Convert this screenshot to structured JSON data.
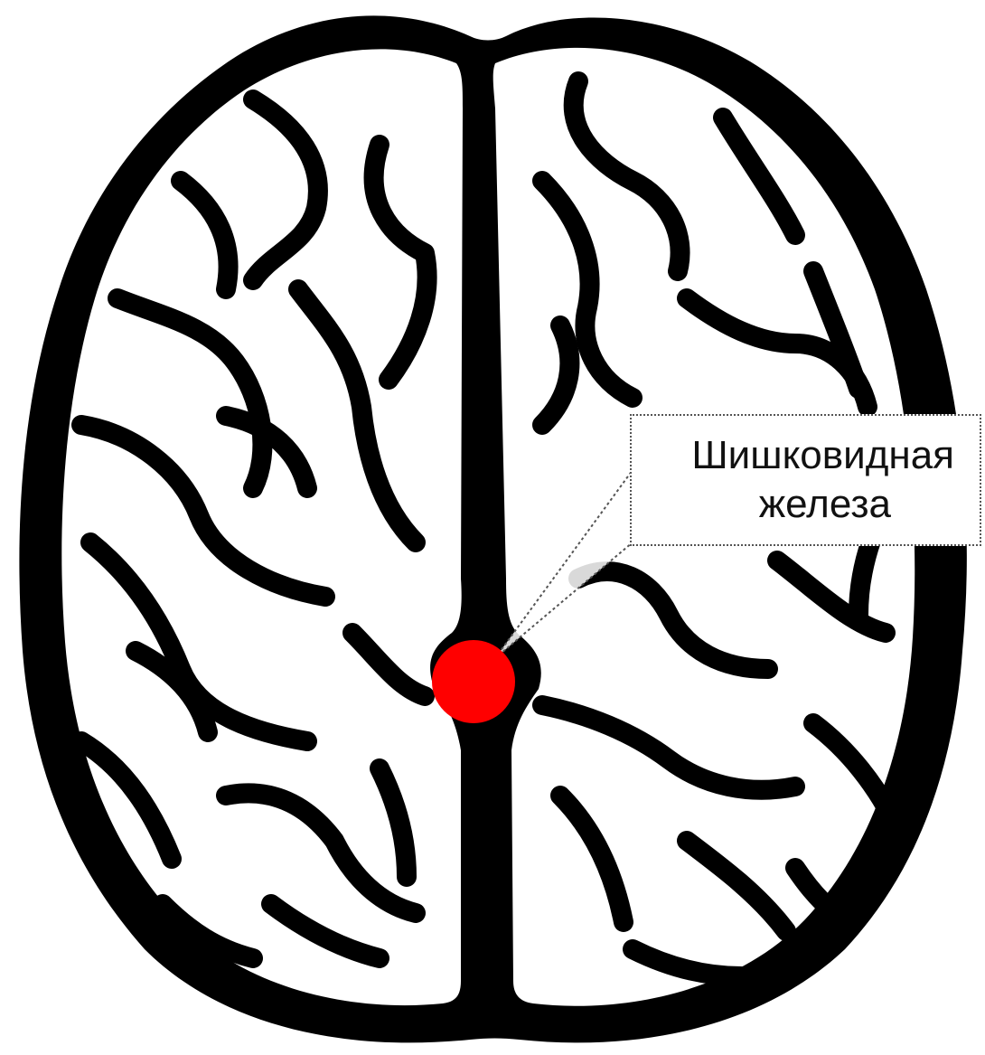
{
  "diagram": {
    "callout": {
      "line1": "Шишковидная",
      "line2": "железа"
    },
    "colors": {
      "brain_fill": "#ffffff",
      "brain_outline": "#000000",
      "marker": "#ff0000",
      "leader_line": "#555555"
    },
    "icons": {
      "brain": "brain-top-view-icon",
      "marker": "red-dot-marker"
    }
  }
}
